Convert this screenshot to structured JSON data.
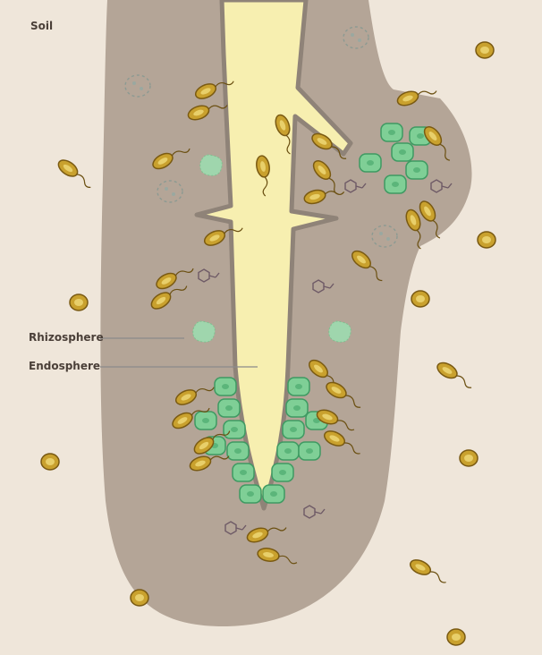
{
  "labels": {
    "soil": "Soil",
    "rhizosphere": "Rhizosphere",
    "endosphere": "Endosphere"
  },
  "colors": {
    "soil_background": "#efe6da",
    "rhizosphere_fill": "#b4a597",
    "root_fill": "#f7efb0",
    "root_outline": "#8f8378",
    "plant_cell_fill": "#7fcf96",
    "plant_cell_stroke": "#3e9a62",
    "bacterium_fill": "#c9a12e",
    "bacterium_stroke": "#7a5a12",
    "label_text": "#4a3f38",
    "leader_line": "#8a8a8a"
  },
  "icons": {
    "bacterium": "rod-bacterium-icon",
    "molecule": "hexagon-molecule-icon",
    "vesicle": "dashed-vesicle-icon",
    "plant_cell": "plant-cell-icon"
  }
}
